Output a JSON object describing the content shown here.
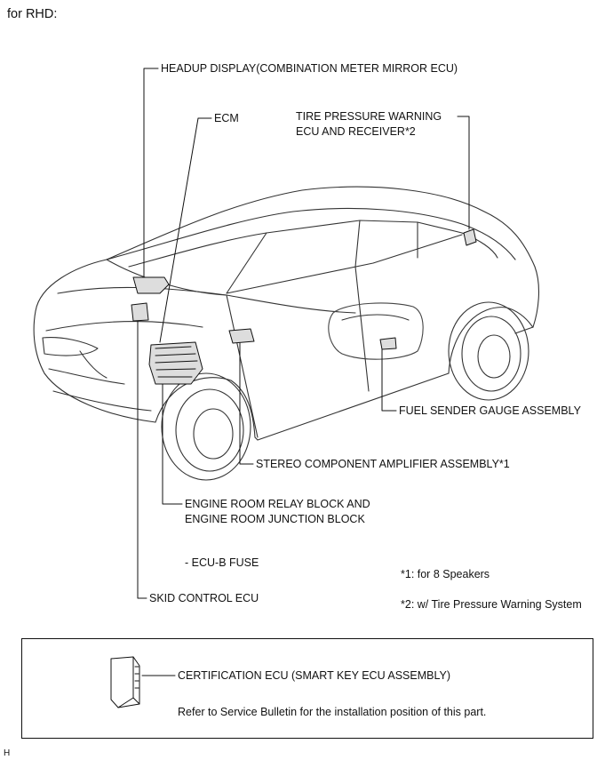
{
  "header": "for RHD:",
  "labels": {
    "headup": "HEADUP DISPLAY(COMBINATION METER MIRROR ECU)",
    "ecm": "ECM",
    "tire_line1": "TIRE PRESSURE WARNING",
    "tire_line2": "ECU AND RECEIVER*2",
    "fuel": "FUEL SENDER GAUGE ASSEMBLY",
    "stereo": "STEREO COMPONENT AMPLIFIER ASSEMBLY*1",
    "relay_line1": "ENGINE ROOM RELAY BLOCK AND",
    "relay_line2": "ENGINE ROOM JUNCTION BLOCK",
    "fuse": "- ECU-B FUSE",
    "skid": "SKID CONTROL ECU"
  },
  "notes": {
    "note1": "*1: for 8 Speakers",
    "note2": "*2: w/ Tire Pressure Warning System"
  },
  "box": {
    "cert_label": "CERTIFICATION ECU (SMART KEY ECU ASSEMBLY)",
    "refer": "Refer to Service Bulletin for the installation position of this part."
  },
  "footer": "H",
  "icons": {
    "car": "car-outline-icon",
    "ecu": "ecu-module-icon"
  }
}
